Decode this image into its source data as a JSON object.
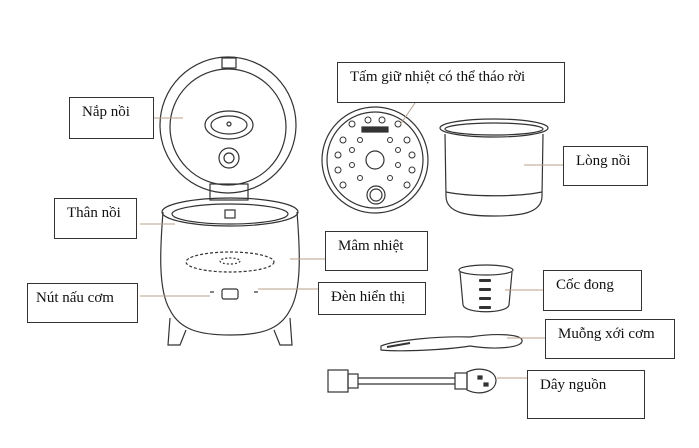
{
  "labels": {
    "lid": "Nắp nồi",
    "body": "Thân nồi",
    "cook_button": "Nút nấu cơm",
    "heat_plate_cover": "Tấm giữ nhiệt có thể tháo rời",
    "inner_pot": "Lòng nồi",
    "heating_plate": "Mâm nhiệt",
    "indicator_light": "Đèn hiển thị",
    "measuring_cup": "Cốc đong",
    "rice_spoon": "Muỗng xới cơm",
    "power_cord": "Dây nguồn"
  },
  "colors": {
    "line": "#333333",
    "leader": "#b89f8a"
  }
}
